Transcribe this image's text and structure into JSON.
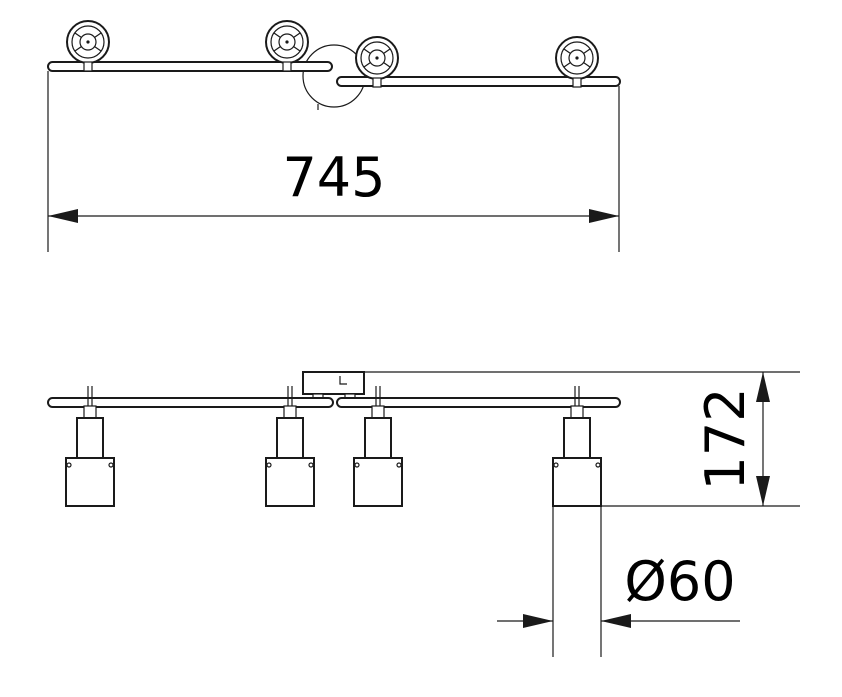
{
  "dimensions": {
    "overall_length": "745",
    "height": "172",
    "shade_diameter": "Ø60"
  },
  "colors": {
    "line": "#1a1a1a",
    "background": "#ffffff"
  }
}
